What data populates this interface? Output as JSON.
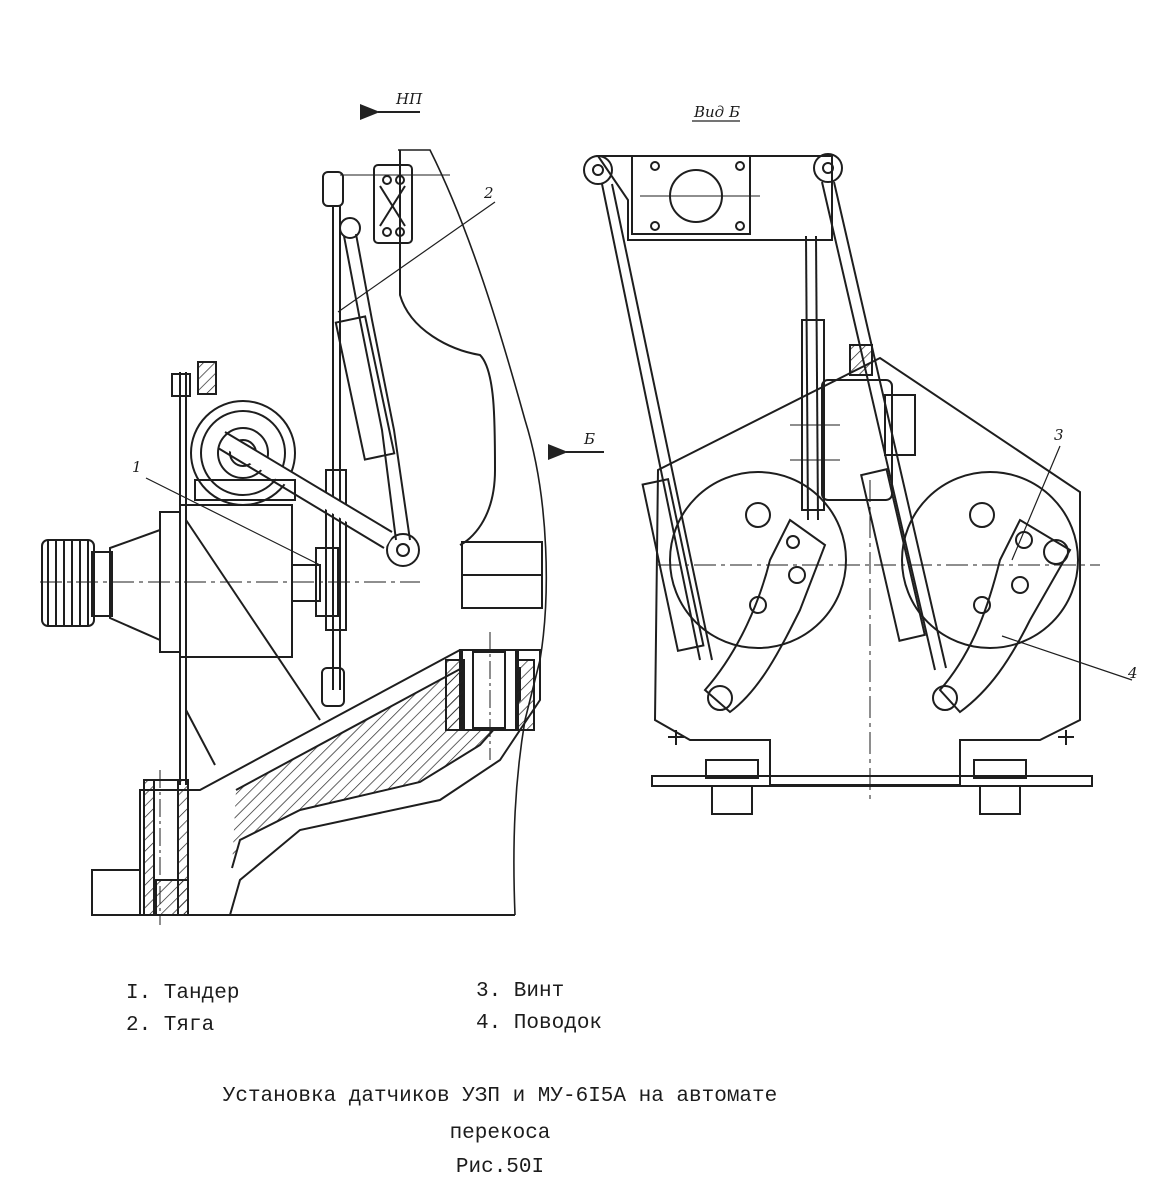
{
  "annotations": {
    "direction_np": "НП",
    "view_b_title": "Вид Б",
    "arrow_b": "Б"
  },
  "callouts": [
    "1",
    "2",
    "3",
    "4"
  ],
  "legend": [
    "I. Тандер",
    "2. Тяга",
    "3. Винт",
    "4. Поводок"
  ],
  "caption": {
    "line1": "Установка датчиков УЗП и МУ-6I5А на автомате",
    "line2": "перекоса",
    "line3": "Рис.50I"
  },
  "colors": {
    "ink": "#1c1c1c",
    "paper": "#ffffff"
  }
}
